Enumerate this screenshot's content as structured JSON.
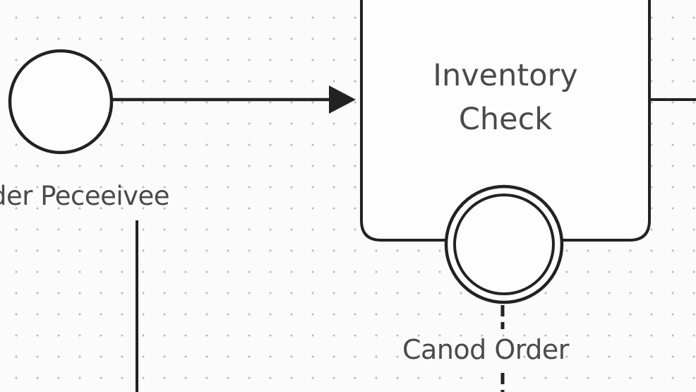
{
  "diagram": {
    "start_event": {
      "label": "der Peceeivee"
    },
    "task": {
      "line1": "Inventory",
      "line2": "Check"
    },
    "boundary_event": {
      "label": "Canod Order"
    }
  }
}
